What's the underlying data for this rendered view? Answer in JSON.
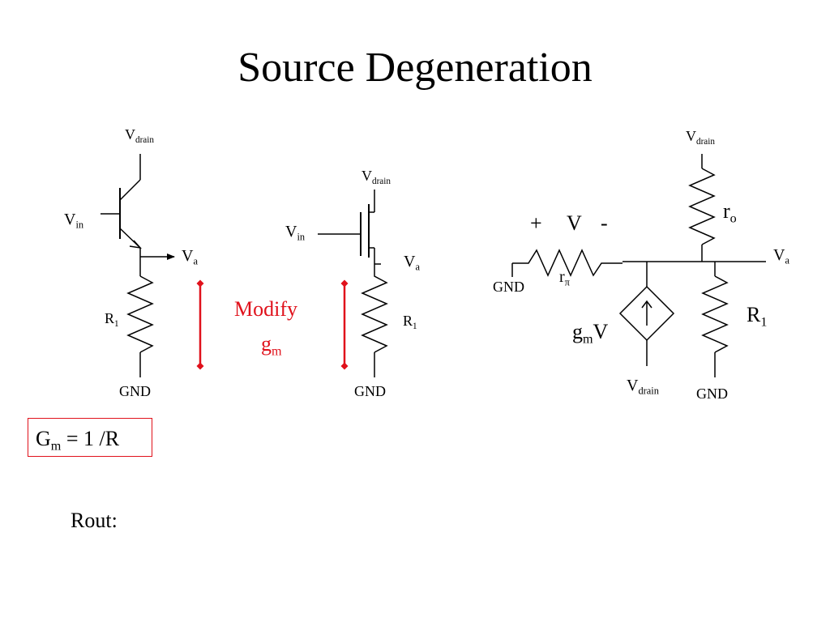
{
  "title": "Source Degeneration",
  "labels": {
    "v_main": "V",
    "v_drain_sub": "drain",
    "v_in_sub": "in",
    "v_a_sub": "a",
    "r_main": "R",
    "r_sub": "1",
    "gnd": "GND",
    "modify_line1": "Modify",
    "modify_g": "g",
    "modify_sub": "m",
    "plus": "+",
    "v_center": "V",
    "minus": "-",
    "r_o_main": "r",
    "r_o_sub": "o",
    "r_pi_main": "r",
    "r_pi_sub": "π",
    "gmv_g": "g",
    "gmv_sub": "m",
    "gmv_v": "V"
  },
  "formula": {
    "lhs_main": "G",
    "lhs_sub": "m",
    "rhs": " = 1 /R"
  },
  "rout": "Rout:",
  "colors": {
    "accent": "#e0111b",
    "ink": "#000000"
  }
}
